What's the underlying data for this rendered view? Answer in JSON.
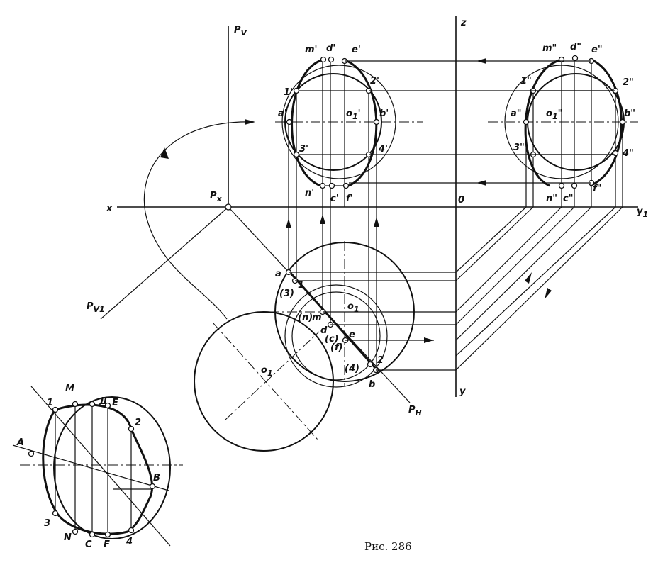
{
  "caption": "Рис. 286",
  "axes": {
    "x": "x",
    "z": "z",
    "y": "y",
    "y1": "y",
    "y1_sub": "1",
    "origin": "0"
  },
  "traces": {
    "pv": "P",
    "pv_sub": "V",
    "px": "P",
    "px_sub": "x",
    "ph": "P",
    "ph_sub": "H",
    "pv1": "P",
    "pv1_sub": "V1"
  },
  "front": {
    "m": "m'",
    "d": "d'",
    "e": "e'",
    "p1": "1'",
    "p2": "2'",
    "a": "a'",
    "o": "o",
    "o_sub": "1",
    "o_prime": "'",
    "b": "b'",
    "p3": "3'",
    "p4": "4'",
    "n": "n'",
    "c": "c'",
    "f": "f'"
  },
  "side": {
    "m": "m\"",
    "d": "d\"",
    "e": "e\"",
    "p1": "1\"",
    "p2": "2\"",
    "a": "a\"",
    "o": "o",
    "o_sub": "1",
    "o_prime": "\"",
    "b": "b\"",
    "p3": "3\"",
    "p4": "4\"",
    "n": "n\"",
    "c": "c\"",
    "f": "f\""
  },
  "top": {
    "a": "a",
    "p1": "1",
    "p3": "(3)",
    "n": "(n)",
    "m": "m",
    "d": "d",
    "c": "(c)",
    "e": "e",
    "f": "(f)",
    "p4": "(4)",
    "p2": "2",
    "b": "b",
    "o": "o",
    "o_sub": "1"
  },
  "rotated": {
    "o": "o",
    "o_sub": "1"
  },
  "true_section": {
    "p1": "1",
    "M": "M",
    "D": "Д",
    "E": "E",
    "p2": "2",
    "A": "A",
    "B": "B",
    "p3": "3",
    "N": "N",
    "C": "C",
    "F": "F",
    "p4": "4"
  }
}
